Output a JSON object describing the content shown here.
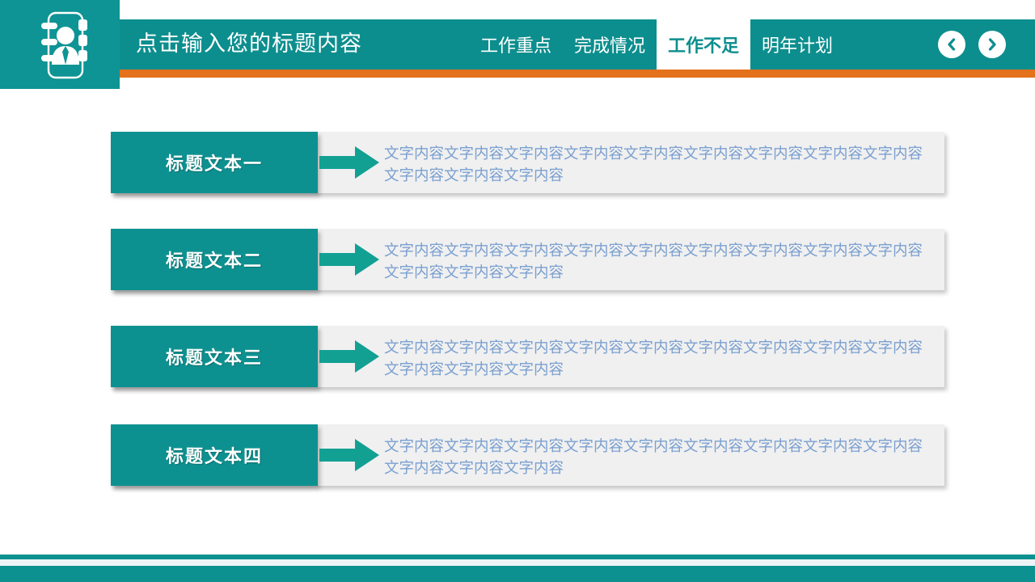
{
  "header": {
    "logo_icon": "address-book-icon",
    "title": "点击输入您的标题内容",
    "nav_items": [
      {
        "label": "工作重点",
        "active": false
      },
      {
        "label": "完成情况",
        "active": false
      },
      {
        "label": "工作不足",
        "active": true
      },
      {
        "label": "明年计划",
        "active": false
      }
    ],
    "prev_icon": "chevron-left-icon",
    "next_icon": "chevron-right-icon",
    "colors": {
      "teal": "#0d8e8e",
      "orange": "#e4711b",
      "active_tab_bg": "#ffffff",
      "active_tab_text": "#0d8e8e"
    }
  },
  "rows": [
    {
      "title": "标题文本一",
      "body": "文字内容文字内容文字内容文字内容文字内容文字内容文字内容文字内容文字内容文字内容文字内容文字内容",
      "arrow_icon": "arrow-right-icon"
    },
    {
      "title": "标题文本二",
      "body": "文字内容文字内容文字内容文字内容文字内容文字内容文字内容文字内容文字内容文字内容文字内容文字内容",
      "arrow_icon": "arrow-right-icon"
    },
    {
      "title": "标题文本三",
      "body": "文字内容文字内容文字内容文字内容文字内容文字内容文字内容文字内容文字内容文字内容文字内容文字内容",
      "arrow_icon": "arrow-right-icon"
    },
    {
      "title": "标题文本四",
      "body": "文字内容文字内容文字内容文字内容文字内容文字内容文字内容文字内容文字内容文字内容文字内容文字内容",
      "arrow_icon": "arrow-right-icon"
    }
  ],
  "footer": {
    "accent_color": "#0d9190",
    "gap_color": "#eef4f6"
  }
}
